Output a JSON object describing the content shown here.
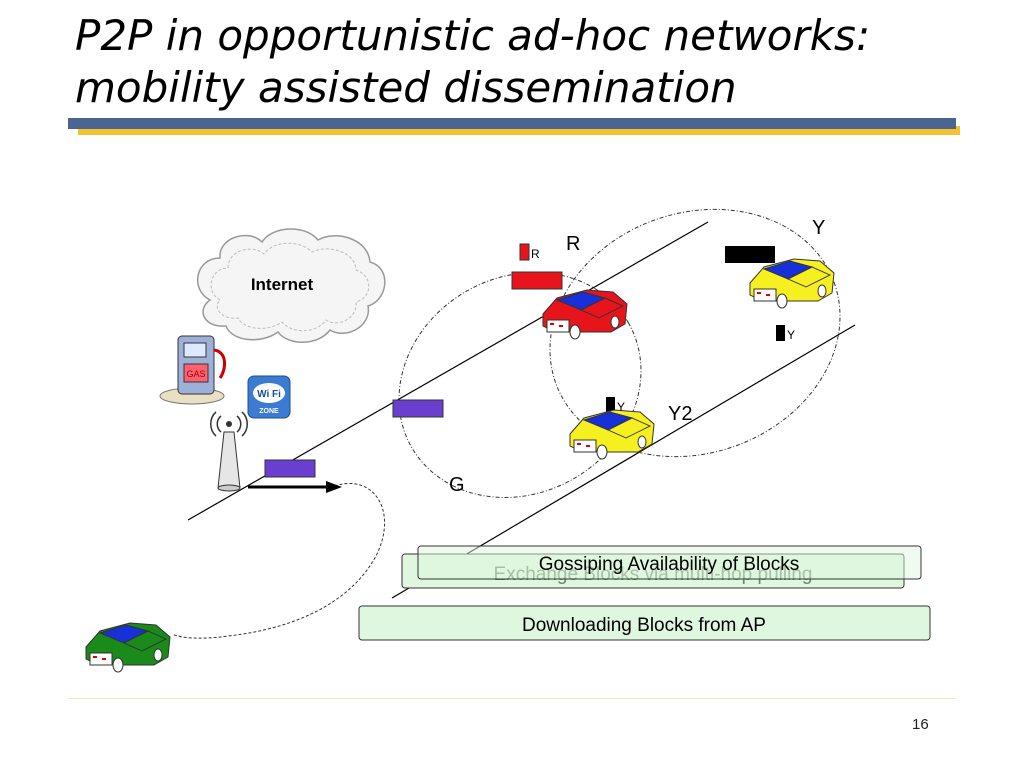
{
  "slide": {
    "title_line1": "P2P in opportunistic ad-hoc networks:",
    "title_line2": "mobility assisted dissemination",
    "page_number": "16"
  },
  "diagram": {
    "cloud_label": "Internet",
    "gas_label": "GAS",
    "wifi_label": "Wi Fi",
    "wifi_sub": "ZONE",
    "car_labels": {
      "red_big": "R",
      "red_small": "R",
      "yellow_top_big": "Y",
      "yellow_top_small": "Y",
      "yellow_mid_big": "Y2",
      "yellow_mid_small": "Y",
      "green": "G"
    },
    "legend": {
      "gossip": "Gossiping Availability of Blocks",
      "exchange": "Exchange Blocks via multi-hop pulling",
      "download": "Downloading Blocks from AP"
    },
    "colors": {
      "title_bar_blue": "#4a6591",
      "title_bar_gold": "#f2c230",
      "block_purple": "#6a3fd0",
      "legend_fill": "#dff7df",
      "car_red": "#e8141b",
      "car_yellow": "#f7f020",
      "car_green": "#1a8a1a",
      "car_blue_roof": "#1730d8"
    }
  }
}
